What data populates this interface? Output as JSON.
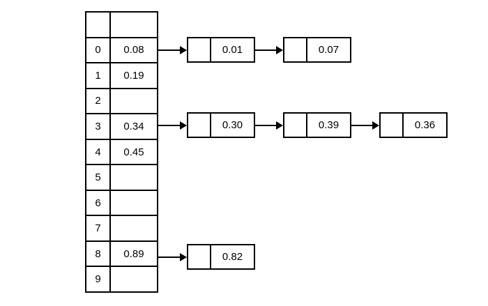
{
  "diagram": {
    "type": "hash-table-separate-chaining",
    "background_color": "#ffffff",
    "line_color": "#000000",
    "text_color": "#000000"
  },
  "table": {
    "header": {
      "index": "",
      "value": ""
    },
    "rows": [
      {
        "index": "0",
        "value": "0.08"
      },
      {
        "index": "1",
        "value": "0.19"
      },
      {
        "index": "2",
        "value": ""
      },
      {
        "index": "3",
        "value": "0.34"
      },
      {
        "index": "4",
        "value": "0.45"
      },
      {
        "index": "5",
        "value": ""
      },
      {
        "index": "6",
        "value": ""
      },
      {
        "index": "7",
        "value": ""
      },
      {
        "index": "8",
        "value": "0.89"
      },
      {
        "index": "9",
        "value": ""
      }
    ]
  },
  "chains": [
    {
      "bucket": "0",
      "nodes": [
        {
          "value": "0.01"
        },
        {
          "value": "0.07"
        }
      ]
    },
    {
      "bucket": "3",
      "nodes": [
        {
          "value": "0.30"
        },
        {
          "value": "0.39"
        },
        {
          "value": "0.36"
        }
      ]
    },
    {
      "bucket": "8",
      "nodes": [
        {
          "value": "0.82"
        }
      ]
    }
  ]
}
